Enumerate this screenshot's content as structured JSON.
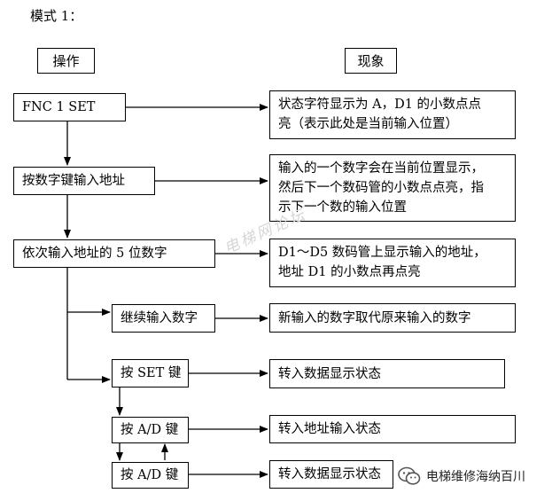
{
  "title": "模式 1：",
  "headers": {
    "operation": "操作",
    "phenomenon": "现象"
  },
  "steps": [
    {
      "op": "FNC 1 SET",
      "result": [
        "状态字符显示为 A，D1 的小数点点",
        "亮（表示此处是当前输入位置）"
      ]
    },
    {
      "op": "按数字键输入地址",
      "result": [
        "输入的一个数字会在当前位置显示，",
        "然后下一个数码管的小数点点亮，指",
        "示下一个数的输入位置"
      ]
    },
    {
      "op": "依次输入地址的 5 位数字",
      "result": [
        "D1～D5 数码管上显示输入的地址，",
        "地址 D1 的小数点再点亮"
      ]
    },
    {
      "op": "继续输入数字",
      "result": [
        "新输入的数字取代原来输入的数字"
      ]
    },
    {
      "op": "按 SET 键",
      "result": [
        "转入数据显示状态"
      ]
    },
    {
      "op": "按 A/D 键",
      "result": [
        "转入地址输入状态"
      ]
    },
    {
      "op": "按 A/D 键",
      "result": [
        "转入数据显示状态"
      ]
    }
  ],
  "watermark": "电梯网论坛",
  "brand": "电梯维修海纳百川"
}
